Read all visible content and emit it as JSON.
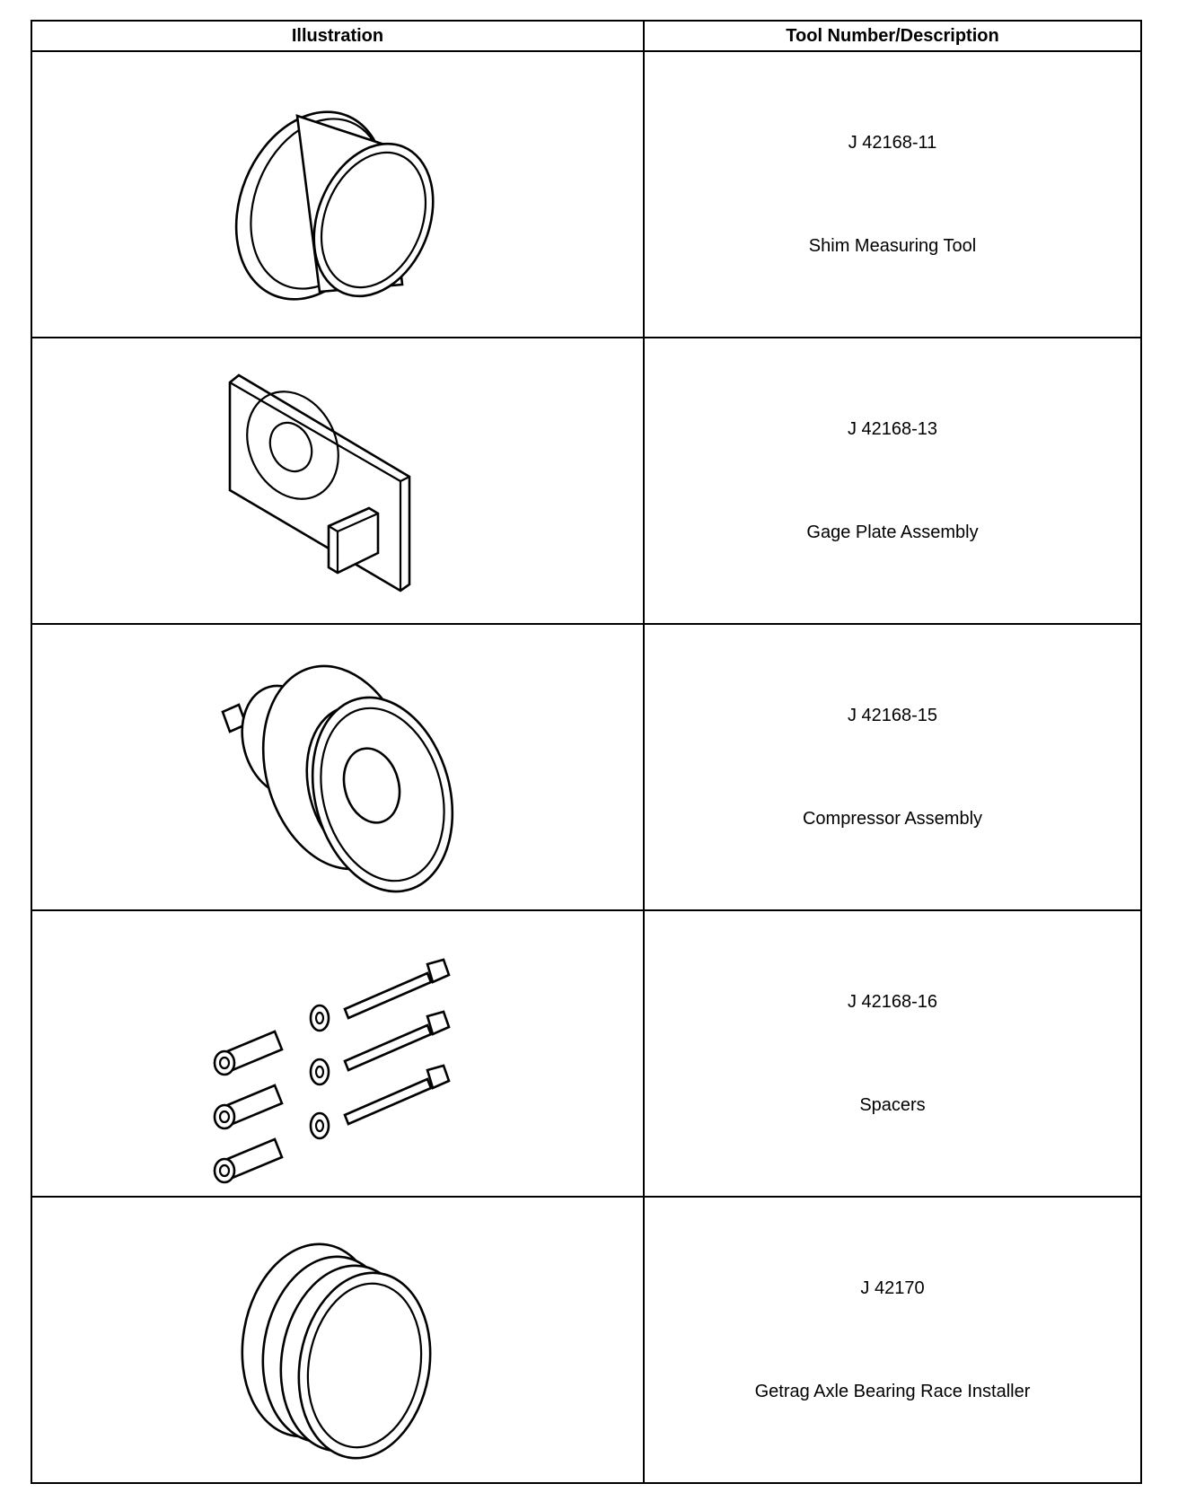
{
  "table": {
    "headers": {
      "illustration": "Illustration",
      "tool": "Tool Number/Description"
    },
    "rows": [
      {
        "number": "J 42168-11",
        "description": "Shim Measuring Tool",
        "icon": "shim-measuring-tool-icon"
      },
      {
        "number": "J 42168-13",
        "description": "Gage Plate Assembly",
        "icon": "gage-plate-icon"
      },
      {
        "number": "J 42168-15",
        "description": "Compressor Assembly",
        "icon": "compressor-assembly-icon"
      },
      {
        "number": "J 42168-16",
        "description": "Spacers",
        "icon": "spacers-icon"
      },
      {
        "number": "J 42170",
        "description": "Getrag Axle Bearing Race Installer",
        "icon": "race-installer-icon"
      }
    ]
  }
}
